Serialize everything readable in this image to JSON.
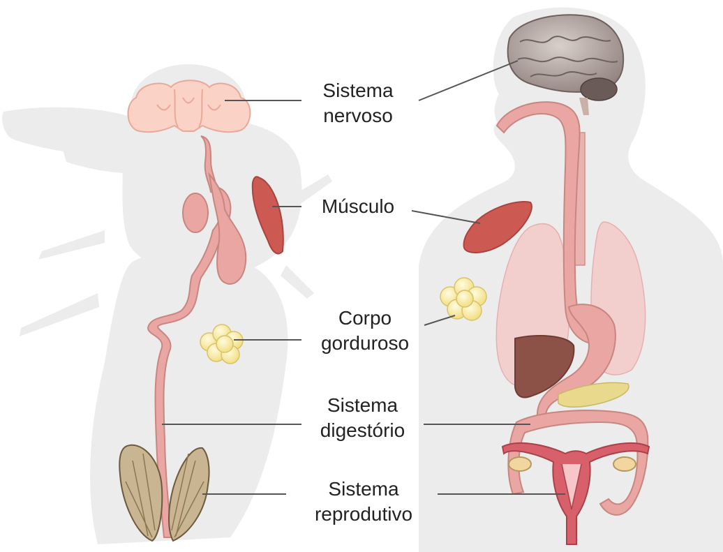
{
  "labels": {
    "nervous": {
      "line1": "Sistema",
      "line2": "nervoso"
    },
    "muscle": {
      "line1": "Músculo"
    },
    "fat": {
      "line1": "Corpo",
      "line2": "gorduroso"
    },
    "digestive": {
      "line1": "Sistema",
      "line2": "digestório"
    },
    "reproductive": {
      "line1": "Sistema",
      "line2": "reprodutivo"
    }
  },
  "colors": {
    "silhouette": "#ececec",
    "gut": "#e9a6a2",
    "gut_outline": "#c88680",
    "brain_fly": "#fbd2c6",
    "brain_human": "#a89a96",
    "muscle": "#cc5a52",
    "fat": "#f8eb9a",
    "lung": "#f4c9c8",
    "liver": "#8d5247",
    "ovary_fly": "#c9b592",
    "reproductive_human": "#d8606a",
    "leader_line": "#555555"
  }
}
